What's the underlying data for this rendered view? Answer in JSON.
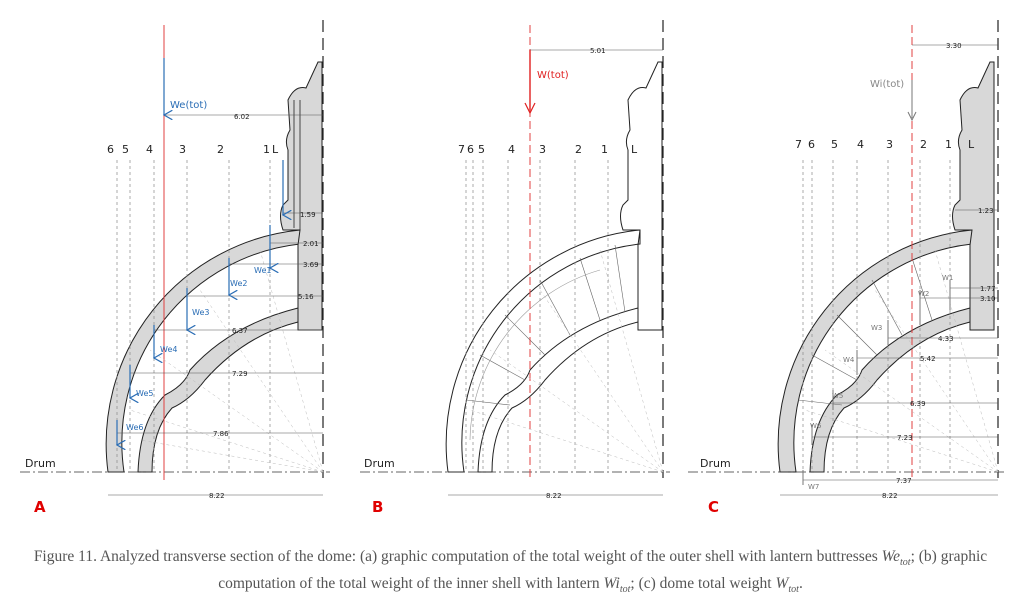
{
  "panels": [
    {
      "letter": "A",
      "drum": "Drum",
      "load_label": "We(tot)",
      "load_color": "#2a6db5",
      "load_value": "6.02",
      "sections": [
        "6",
        "5",
        "4",
        "3",
        "2",
        "1",
        "L"
      ],
      "weights": [
        "We1",
        "We2",
        "We3",
        "We4",
        "We5",
        "We6"
      ],
      "dims": [
        "1.59",
        "2.01",
        "3.69",
        "5.16",
        "6.37",
        "7.29",
        "7.86",
        "8.22"
      ]
    },
    {
      "letter": "B",
      "drum": "Drum",
      "load_label": "W(tot)",
      "load_color": "#e02020",
      "load_value": "5.01",
      "sections": [
        "7",
        "6",
        "5",
        "4",
        "3",
        "2",
        "1",
        "L"
      ],
      "dims": [
        "8.22"
      ]
    },
    {
      "letter": "C",
      "drum": "Drum",
      "load_label": "Wi(tot)",
      "load_color": "#888888",
      "load_value": "3.30",
      "sections": [
        "7",
        "6",
        "5",
        "4",
        "3",
        "2",
        "1",
        "L"
      ],
      "weights": [
        "W1",
        "W2",
        "W3",
        "W4",
        "W5",
        "W6",
        "W7"
      ],
      "dims": [
        "1.23",
        "1.77",
        "3.10",
        "4.33",
        "5.42",
        "6.39",
        "7.23",
        "7.37",
        "8.22"
      ]
    }
  ],
  "caption": {
    "line1": "Figure 11. Analyzed transverse section of the dome: (a) graphic computation of the total weight of the outer shell with lantern buttresses",
    "we_main": "We",
    "we_sub": "tot",
    "mid": "; (b) graphic computation of the total weight of the inner shell with lantern ",
    "wi_main": "Wi",
    "wi_sub": "tot",
    "mid2": "; (c) dome total weight ",
    "w_main": "W",
    "w_sub": "tot",
    "end": "."
  }
}
